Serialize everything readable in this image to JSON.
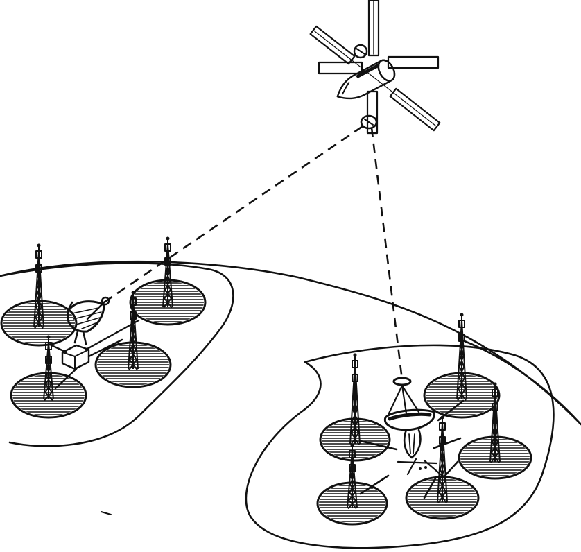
{
  "scene": {
    "kind": "line-illustration",
    "colors": {
      "ink": "#111111",
      "paper": "#ffffff"
    },
    "satellite": {
      "icon": "satellite-icon"
    },
    "ground_stations": [
      {
        "name": "left-island",
        "antenna_fields": 4,
        "dish": "parabolic-dish-icon"
      },
      {
        "name": "right-island",
        "antenna_fields": 5,
        "dish": "parabolic-dish-icon"
      }
    ]
  }
}
